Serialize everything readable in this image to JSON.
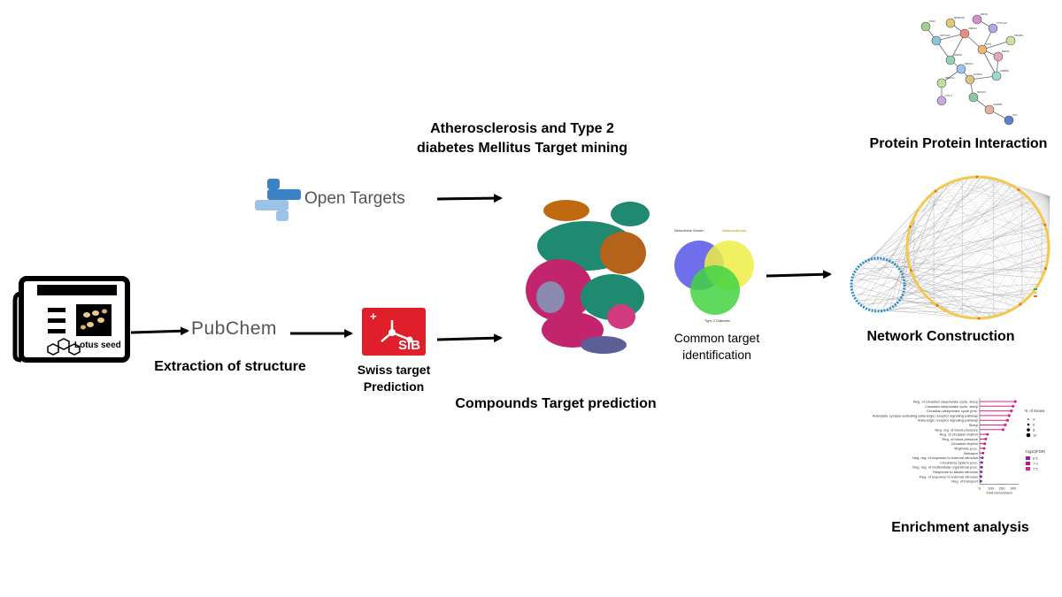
{
  "labels": {
    "lotus_seed": "Lotus seed",
    "extraction": "Extraction of structure",
    "open_targets": "Open Targets",
    "pubchem": "PubChem",
    "sib": "SIB",
    "swiss_target": "Swiss target\nPrediction",
    "mining_title": "Atherosclerosis and Type 2\ndiabetes Mellitus Target mining",
    "compounds": "Compounds Target prediction",
    "common_target": "Common target\nidentification",
    "ppi": "Protein Protein Interaction",
    "network": "Network Construction",
    "enrichment": "Enrichment analysis"
  },
  "venn": {
    "set_a": "Nelumbinis Semen",
    "set_b": "Atherosclerosis",
    "set_c": "Type 2 Diabetes"
  },
  "enrichment_chart": {
    "terms": [
      "Reg. of circadian sleep/wake cycle, sleep",
      "Circadian sleep/wake cycle, sleep",
      "Circadian sleep/wake cycle proc.",
      "Adenylate cyclase-activating adrenergic receptor signaling pathway",
      "Adrenergic receptor signaling pathway",
      "Sleep",
      "Neg. reg. of blood pressure",
      "Reg. of circadian rhythm",
      "Reg. of blood pressure",
      "Circadian rhythm",
      "Rhythmic proc.",
      "Behavior",
      "Neg. reg. of response to external stimulus",
      "Circulatory system proc.",
      "Neg. reg. of multicellular organismal proc.",
      "Response to abiotic stimulus",
      "Reg. of response to external stimulus",
      "Reg. of transport"
    ],
    "fold": [
      320,
      300,
      285,
      265,
      250,
      230,
      210,
      70,
      55,
      45,
      40,
      30,
      25,
      20,
      18,
      15,
      12,
      10
    ],
    "xlim": [
      0,
      350
    ],
    "xticks": [
      "0",
      "100",
      "200",
      "300"
    ],
    "xlabel": "Fold Enrichment",
    "legend_size_title": "N. of Genes",
    "legend_sizes": [
      "4",
      "6",
      "8",
      "10"
    ],
    "legend_color_title": "-log10(FDR)",
    "legend_colors": [
      "6.5",
      "7.0",
      "7.5"
    ]
  },
  "ppi_nodes": [
    "PKM",
    "RPRD1A",
    "DRD2",
    "SPTAN1",
    "ADRA1",
    "CYP1A2",
    "PPARG",
    "GRIA2",
    "FTO",
    "NR3C1",
    "DRD3",
    "PRKCG",
    "HTR2A",
    "ADRB2",
    "CCL4",
    "HDAC1",
    "CHRM1",
    "VCL"
  ],
  "colors": {
    "arrow": "#000000",
    "ot_blue_dark": "#3b82c4",
    "ot_blue_light": "#9cc3e6",
    "pubchem_text": "#555555",
    "pubchem_accent": "#3a7bbf",
    "sib_red": "#e01f2b",
    "venn_a": "#5656e8",
    "venn_b": "#eded45",
    "venn_c": "#43d443",
    "network_ring": "#f2c94c",
    "network_small": "#2f8fc7"
  }
}
